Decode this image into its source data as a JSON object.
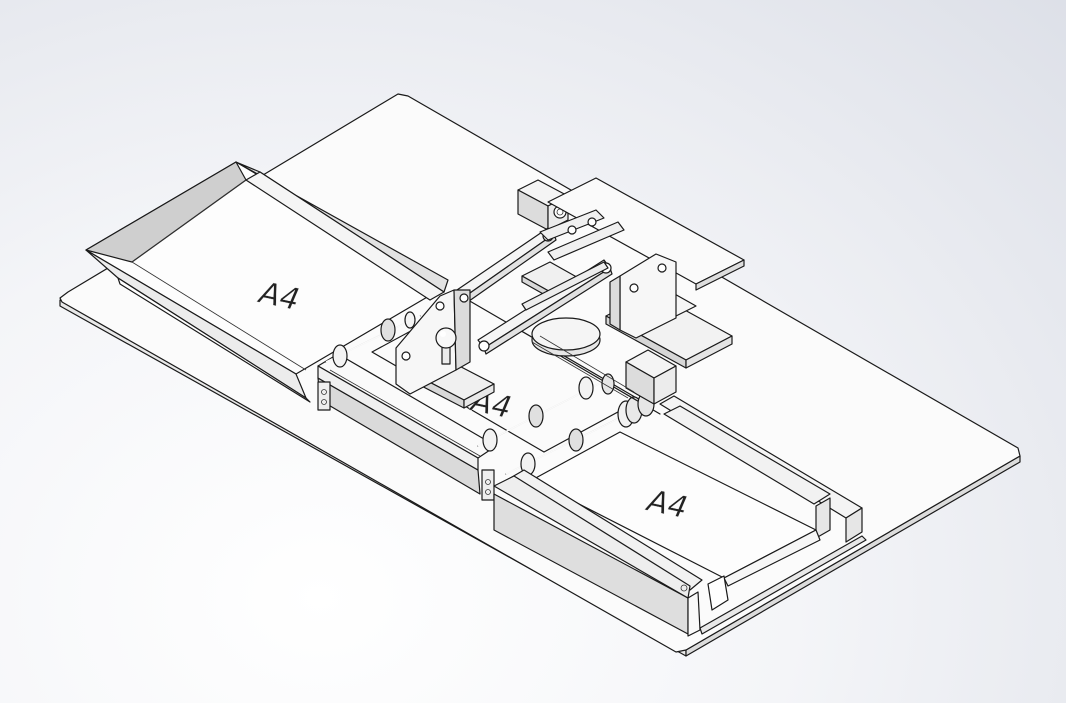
{
  "model": {
    "paper_labels": {
      "input_tray": "A4",
      "center_sheet": "A4",
      "output_tray": "A4"
    },
    "colors": {
      "background_light": "#ffffff",
      "background_dark": "#dde0e8",
      "part_fill": "#f7f7f7",
      "part_shade": "#d9d9d9",
      "edge": "#1a1a1a"
    }
  }
}
